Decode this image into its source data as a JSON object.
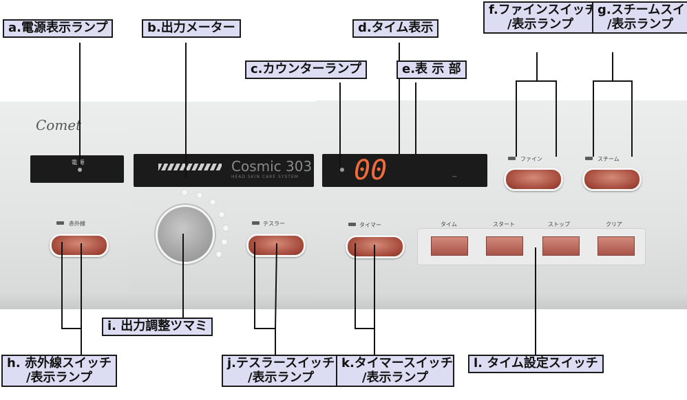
{
  "callouts": {
    "a": "a.電源表示ランプ",
    "b": "b.出力メーター",
    "c": "c.カウンターランプ",
    "d": "d.タイム表示",
    "e": "e.表 示 部",
    "f": [
      "f.ファインスイッチ",
      "/表示ランプ"
    ],
    "g": [
      "g.スチームスイッチ",
      "/表示ランプ"
    ],
    "h": [
      "h. 赤外線スイッチ",
      "/表示ランプ"
    ],
    "i": "i. 出力調整ツマミ",
    "j": [
      "j.テスラースイッチ",
      "/表示ランプ"
    ],
    "k": [
      "k.タイマースイッチ",
      "/表示ランプ"
    ],
    "l": "l. タイム設定スイッチ"
  },
  "device": {
    "brand": "Comet",
    "power_label": "電 源",
    "model": "Cosmic 303",
    "model_sub": "HEAD SKIN CARE SYSTEM",
    "timer_display": "00",
    "buttons": {
      "infrared": "赤外線",
      "tesla": "テスラー",
      "timer": "タイマー",
      "fine": "ファイン",
      "steam": "スチーム"
    },
    "time_keys": [
      "タイム",
      "スタート",
      "ストップ",
      "クリア"
    ]
  },
  "colors": {
    "callout_fill": "#dcdcf3",
    "button_red": "#a4493a",
    "segment_orange": "#ef6a3c",
    "display_black": "#1b1b1b"
  }
}
